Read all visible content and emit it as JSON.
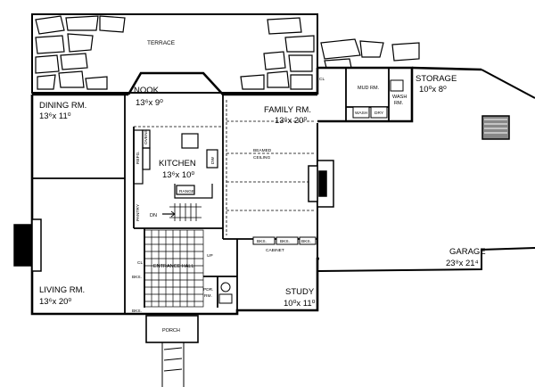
{
  "labels": {
    "terrace": "TERRACE",
    "nook": "NOOK",
    "nook_dim": "13⁶x 9⁰",
    "dining": "DINING RM.",
    "dining_dim": "13⁶x 11⁰",
    "family": "FAMILY RM.",
    "family_dim": "13⁶x 20⁰",
    "mud": "MUD RM.",
    "wash": "WASH",
    "wash2": "RM.",
    "storage": "STORAGE",
    "storage_dim": "10⁰x 8⁰",
    "kitchen": "KITCHEN",
    "kitchen_dim": "13⁶x 10⁰",
    "beamed": "BEAMED",
    "ceiling": "CEILING",
    "range": "RANGE",
    "refg": "REFG.",
    "ovens": "OVENS",
    "pantry": "PANTRY",
    "dn": "DN",
    "up": "UP",
    "cl": "CL",
    "bks": "BKS.",
    "cabinet": "CABINET",
    "entrance": "ENTRANCE HALL",
    "pdr": "PDR.",
    "pdr2": "RM.",
    "study": "STUDY",
    "study_dim": "10⁰x 11⁰",
    "living": "LIVING RM.",
    "living_dim": "13⁶x 20⁰",
    "garage": "GARAGE",
    "garage_dim": "23⁸x 21⁴",
    "porch": "PORCH",
    "wash_label": "WASH",
    "dry_label": "DRY",
    "dw": "DW"
  }
}
